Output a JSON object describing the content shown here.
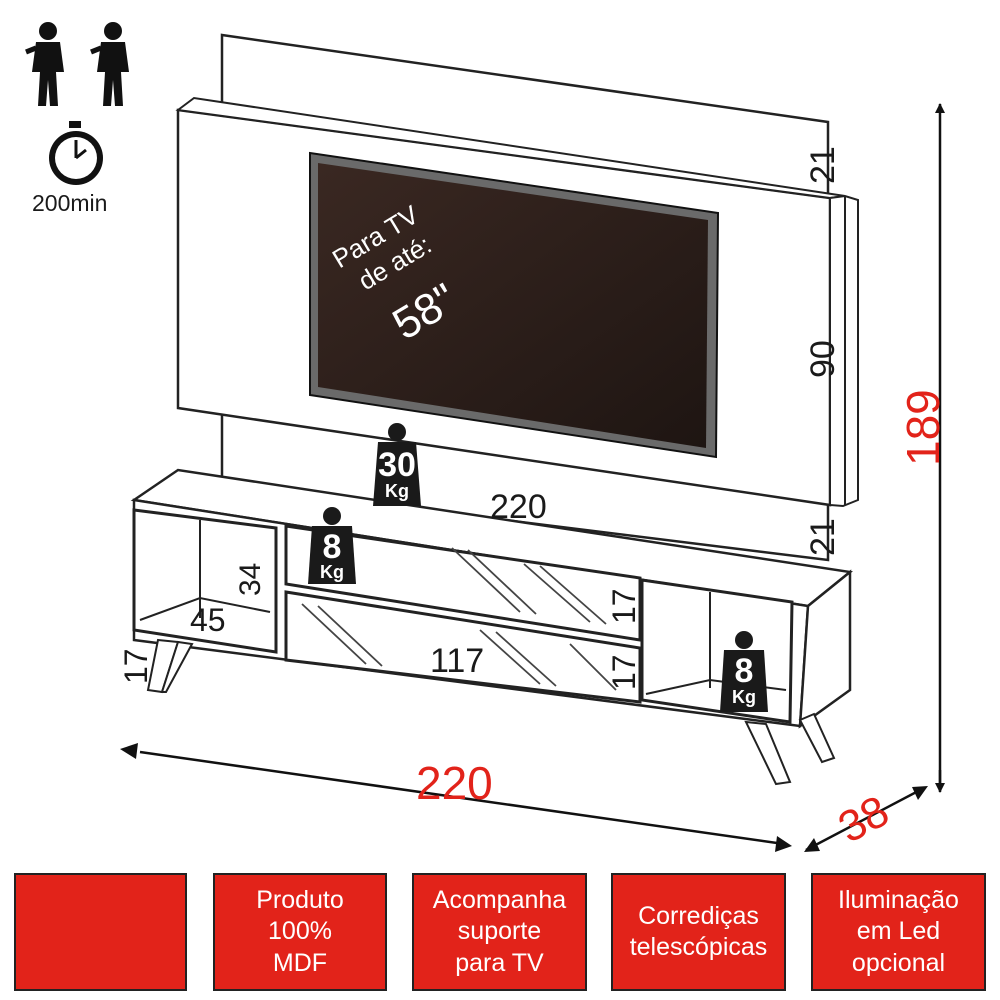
{
  "assembly": {
    "time_label": "200min",
    "people_icon": "person-icon",
    "timer_icon": "stopwatch-icon"
  },
  "tv": {
    "line1": "Para TV",
    "line2": "de até:",
    "size": "58\""
  },
  "dimensions": {
    "panel_top_strip": "21",
    "panel_height": "90",
    "panel_bottom_strip": "21",
    "panel_width": "220",
    "total_height": "189",
    "total_width": "220",
    "depth": "38",
    "niche_height": "34",
    "niche_width": "45",
    "foot_height": "17",
    "center_width": "117",
    "drawer_top": "17",
    "drawer_bottom": "17"
  },
  "weights": {
    "panel_support": {
      "value": "30",
      "unit": "Kg"
    },
    "shelf_left": {
      "value": "8",
      "unit": "Kg"
    },
    "niche_right": {
      "value": "8",
      "unit": "Kg"
    }
  },
  "features": [
    {
      "lines": []
    },
    {
      "lines": [
        "Produto",
        "100%",
        "MDF"
      ]
    },
    {
      "lines": [
        "Acompanha",
        "suporte",
        "para TV"
      ]
    },
    {
      "lines": [
        "Corrediças",
        "telescópicas"
      ]
    },
    {
      "lines": [
        "Iluminação",
        "em Led",
        "opcional"
      ]
    }
  ],
  "colors": {
    "accent": "#e2231a",
    "line": "#222222",
    "tv_screen": "#2b1d19"
  }
}
